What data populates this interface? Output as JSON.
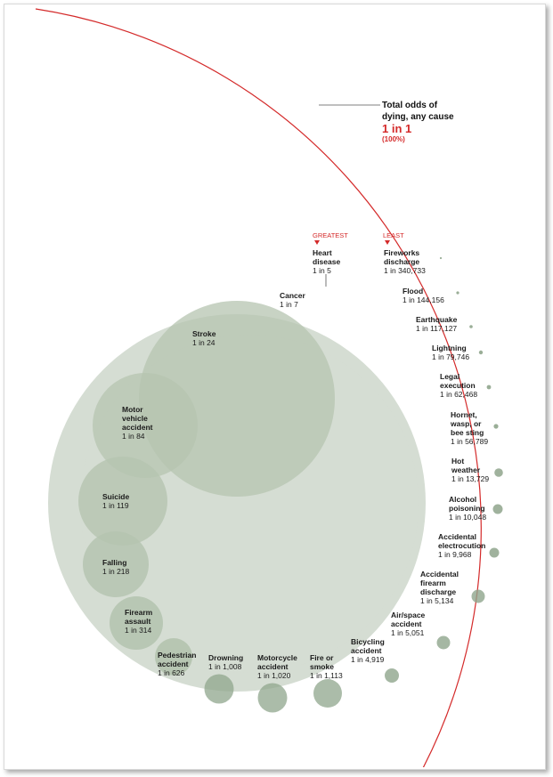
{
  "total": {
    "title_line1": "Total odds of",
    "title_line2": "dying, any cause",
    "odds": "1 in 1",
    "percent": "(100%)"
  },
  "headers": {
    "greatest": "GREATEST",
    "least": "LEAST"
  },
  "colors": {
    "accent": "#d42a2a",
    "big_circle": "#d5ddd3",
    "mid_circle": "#b5c4b0",
    "small_circle": "#8fa58c"
  },
  "chart_data": {
    "type": "bubble",
    "title": "",
    "encoding": "circle area proportional to odds of dying (1 / N)",
    "total": {
      "name": "Total odds of dying, any cause",
      "odds_label": "1 in 1",
      "odds_n": 1,
      "percent": "100%"
    },
    "series": [
      {
        "name": "Heart\ndisease",
        "odds_label": "1 in 5",
        "odds_n": 5
      },
      {
        "name": "Cancer",
        "odds_label": "1 in 7",
        "odds_n": 7
      },
      {
        "name": "Stroke",
        "odds_label": "1 in 24",
        "odds_n": 24
      },
      {
        "name": "Motor\nvehicle\naccident",
        "odds_label": "1 in 84",
        "odds_n": 84
      },
      {
        "name": "Suicide",
        "odds_label": "1 in 119",
        "odds_n": 119
      },
      {
        "name": "Falling",
        "odds_label": "1 in 218",
        "odds_n": 218
      },
      {
        "name": "Firearm\nassault",
        "odds_label": "1 in 314",
        "odds_n": 314
      },
      {
        "name": "Pedestrian\naccident",
        "odds_label": "1 in 626",
        "odds_n": 626
      },
      {
        "name": "Drowning",
        "odds_label": "1 in 1,008",
        "odds_n": 1008
      },
      {
        "name": "Motorcycle\naccident",
        "odds_label": "1 in 1,020",
        "odds_n": 1020
      },
      {
        "name": "Fire or\nsmoke",
        "odds_label": "1 in 1,113",
        "odds_n": 1113
      },
      {
        "name": "Bicycling\naccident",
        "odds_label": "1 in 4,919",
        "odds_n": 4919
      },
      {
        "name": "Air/space\naccident",
        "odds_label": "1 in 5,051",
        "odds_n": 5051
      },
      {
        "name": "Accidental\nfirearm\ndischarge",
        "odds_label": "1 in 5,134",
        "odds_n": 5134
      },
      {
        "name": "Accidental\nelectrocution",
        "odds_label": "1 in 9,968",
        "odds_n": 9968
      },
      {
        "name": "Alcohol\npoisoning",
        "odds_label": "1 in 10,048",
        "odds_n": 10048
      },
      {
        "name": "Hot\nweather",
        "odds_label": "1 in 13,729",
        "odds_n": 13729
      },
      {
        "name": "Hornet,\nwasp, or\nbee sting",
        "odds_label": "1 in 56,789",
        "odds_n": 56789
      },
      {
        "name": "Legal\nexecution",
        "odds_label": "1 in 62,468",
        "odds_n": 62468
      },
      {
        "name": "Lightning",
        "odds_label": "1 in 79,746",
        "odds_n": 79746
      },
      {
        "name": "Earthquake",
        "odds_label": "1 in 117,127",
        "odds_n": 117127
      },
      {
        "name": "Flood",
        "odds_label": "1 in 144,156",
        "odds_n": 144156
      },
      {
        "name": "Fireworks\ndischarge",
        "odds_label": "1 in 340,733",
        "odds_n": 340733
      }
    ]
  }
}
